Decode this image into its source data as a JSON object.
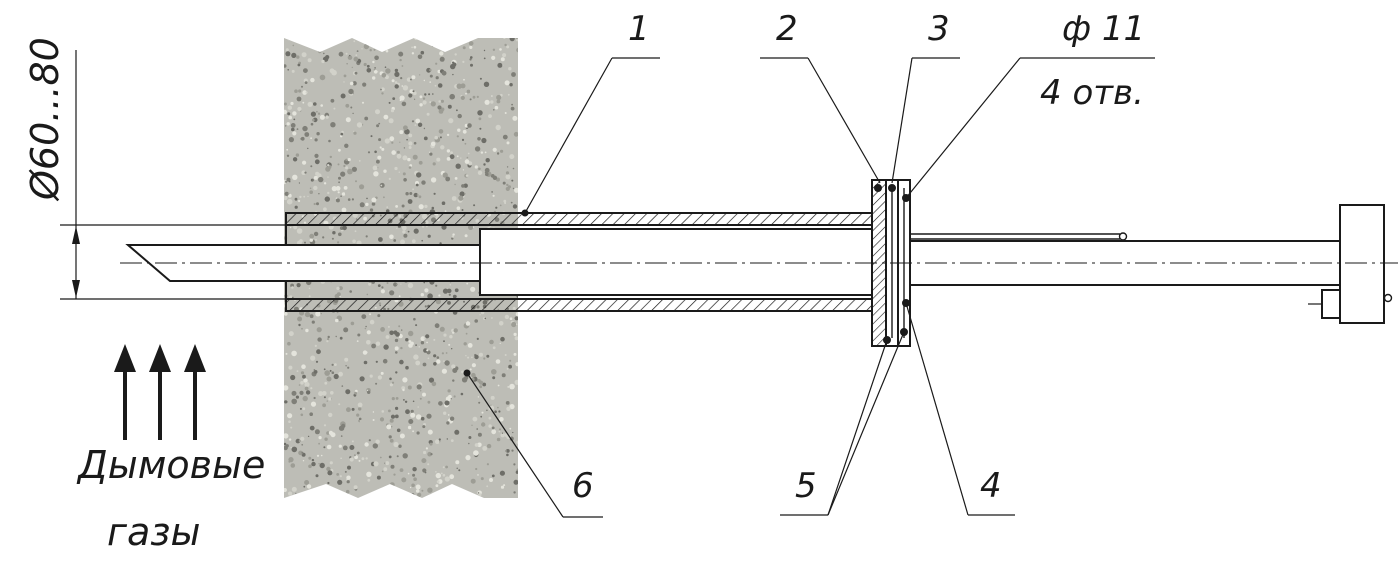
{
  "diagram": {
    "dimension_label": "Ø60...80",
    "hole_label": "ф 11",
    "hole_count_label": "4 отв.",
    "gas_label_line1": "Дымовые",
    "gas_label_line2": "газы",
    "callouts": [
      "1",
      "2",
      "3",
      "4",
      "5",
      "6"
    ],
    "colors": {
      "line": "#1a1a1a",
      "concrete_base": "#bdbdb6",
      "concrete_dark": "#7f7f78",
      "concrete_light": "#e4e4dc"
    },
    "icons": {
      "flow_arrows": "up-arrow-icon",
      "bolts": "bolt-circle-icon"
    }
  }
}
